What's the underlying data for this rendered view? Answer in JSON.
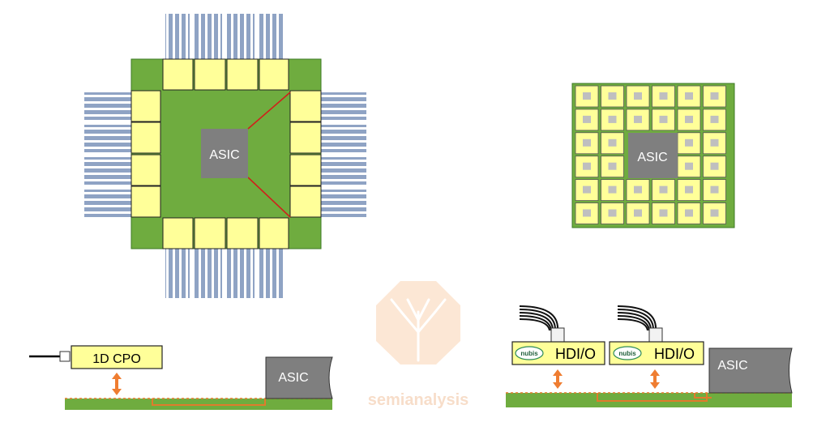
{
  "figure": {
    "left_package": {
      "asic_label": "ASIC"
    },
    "right_package": {
      "asic_label": "ASIC"
    },
    "cpo_1d": {
      "module_label": "1D CPO",
      "asic_label": "ASIC"
    },
    "hdio": {
      "module_labels": [
        "HDI/O",
        "HDI/O"
      ],
      "brand_labels": [
        "nubis",
        "nubis"
      ],
      "asic_label": "ASIC"
    },
    "watermark": {
      "text": "semianalysis"
    }
  },
  "colors": {
    "substrate_green": "#6fac3f",
    "substrate_border": "#3d7a25",
    "module_yellow": "#ffff99",
    "asic_gray": "#7f7f7f",
    "fiber_blue": "#8fa3c4",
    "trace_red": "#d0201b",
    "trace_orange": "#e07b2c",
    "arrow_orange": "#ef7d31"
  },
  "icons": [
    "nubis-logo-icon",
    "fiber-cable-icon",
    "double-arrow-icon",
    "semianalysis-tree-logo"
  ]
}
